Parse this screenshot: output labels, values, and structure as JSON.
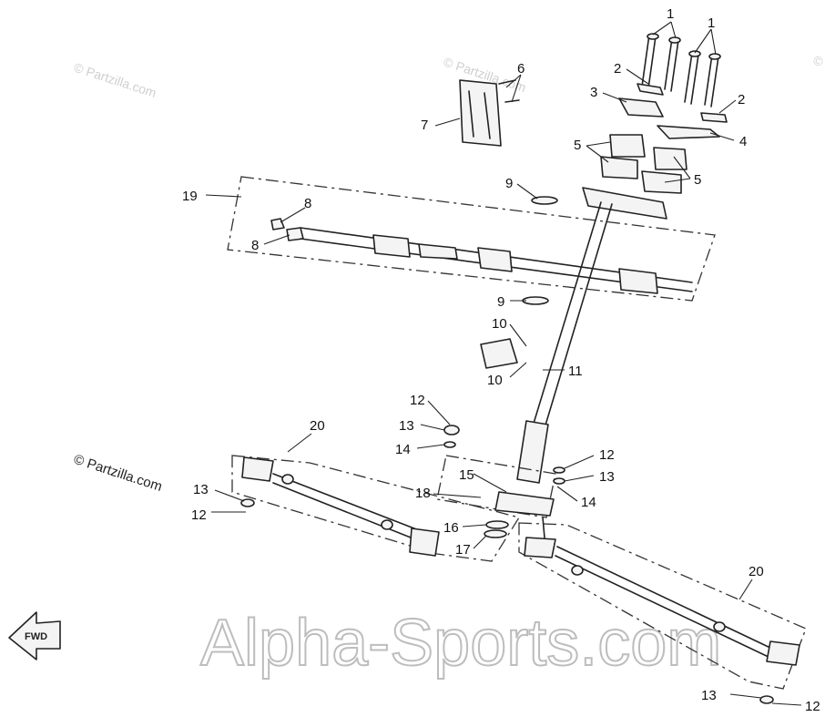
{
  "diagram": {
    "callouts": {
      "c1a": "1",
      "c1b": "1",
      "c2a": "2",
      "c2b": "2",
      "c3": "3",
      "c4": "4",
      "c5a": "5",
      "c5b": "5",
      "c6": "6",
      "c7": "7",
      "c8a": "8",
      "c8b": "8",
      "c9a": "9",
      "c9b": "9",
      "c10a": "10",
      "c10b": "10",
      "c11": "11",
      "c12a": "12",
      "c12b": "12",
      "c12c": "12",
      "c12d": "12",
      "c13a": "13",
      "c13b": "13",
      "c13c": "13",
      "c13d": "13",
      "c14a": "14",
      "c14b": "14",
      "c15": "15",
      "c16": "16",
      "c17": "17",
      "c18": "18",
      "c19": "19",
      "c20a": "20",
      "c20b": "20"
    },
    "watermarks": {
      "partzilla_small": "© Partzilla.com",
      "partzilla_main": "© Partzilla.com",
      "brand": "Alpha-Sports.com"
    },
    "fwd_label": "FWD"
  }
}
